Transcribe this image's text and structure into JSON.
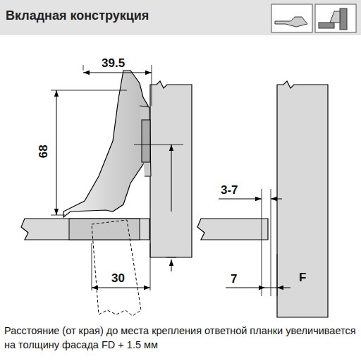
{
  "diagram": {
    "title": "Вкладная конструкция",
    "caption": "Расстояние (от края) до места крепления ответной планки увеличивается на толщину фасада FD + 1.5 мм",
    "labels": [
      "39.5",
      "68",
      "30",
      "3-7",
      "7",
      "F"
    ]
  }
}
